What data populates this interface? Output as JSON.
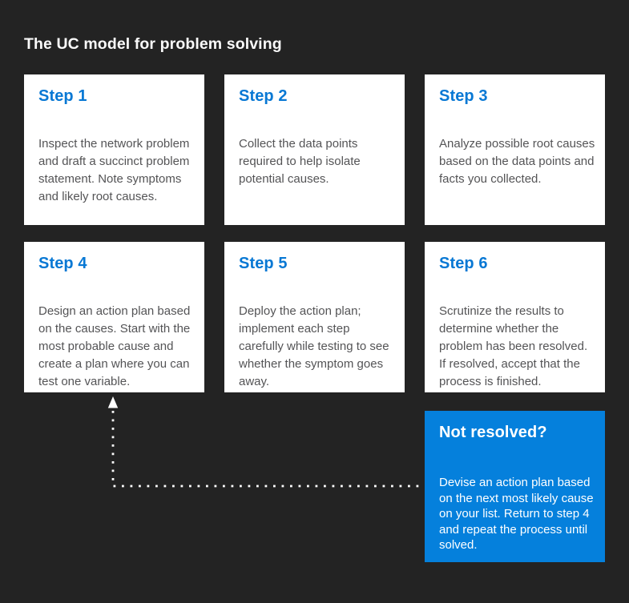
{
  "page": {
    "background_color": "#232323",
    "card_color": "#ffffff",
    "accent_blue": "#0580dc",
    "heading_blue": "#0878d4",
    "body_text_color": "#545456",
    "title_color": "#fafafa",
    "arrow_color": "#ffffff"
  },
  "title": "The UC model for problem solving",
  "steps": [
    {
      "label": "Step 1",
      "text": "Inspect the network problem and draft a succinct problem statement. Note symptoms and likely root causes."
    },
    {
      "label": "Step 2",
      "text": "Collect the data points required to help isolate potential causes."
    },
    {
      "label": "Step 3",
      "text": "Analyze possible root causes based on the data points and facts you collected."
    },
    {
      "label": "Step 4",
      "text": "Design an action plan based on the causes. Start with the most probable cause and create a plan where you can test one variable."
    },
    {
      "label": "Step 5",
      "text": "Deploy the action plan; implement each step carefully while testing to see whether the symptom goes away."
    },
    {
      "label": "Step 6",
      "text": "Scrutinize the results to determine whether the problem has been resolved. If resolved, accept that the process is finished."
    }
  ],
  "not_resolved": {
    "label": "Not resolved?",
    "text": "Devise an action plan based on the next most likely cause on your list. Return to step 4 and repeat the process until solved."
  },
  "arrow": {
    "style": "dotted",
    "color": "#ffffff",
    "from": "not-resolved-card",
    "to": "step-4-card"
  }
}
